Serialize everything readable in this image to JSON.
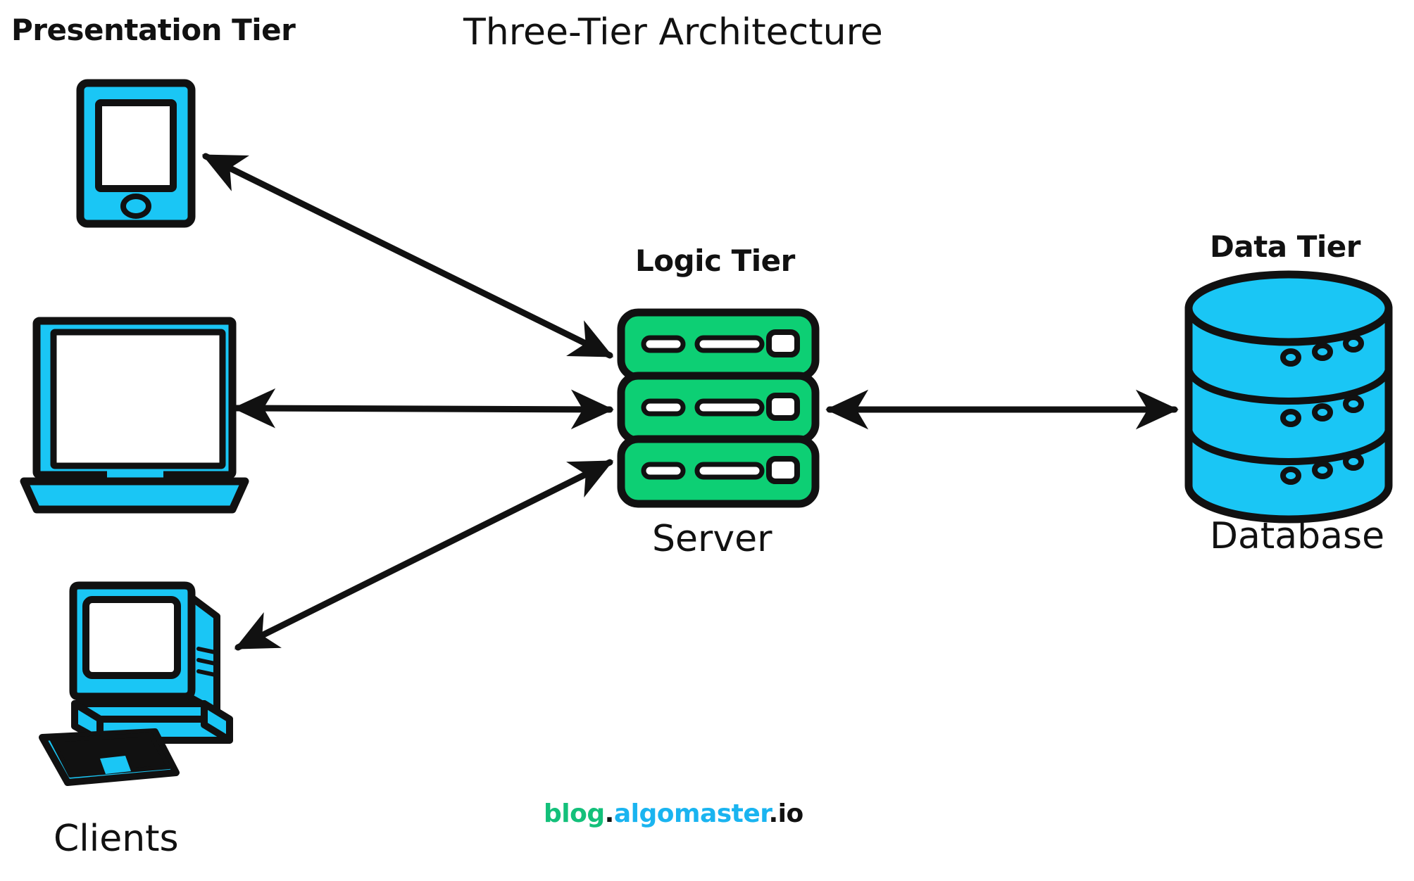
{
  "diagram": {
    "title": "Three-Tier Architecture",
    "background": "#ffffff",
    "stroke": "#111111",
    "colors": {
      "client_cyan": "#1ac6f5",
      "server_green": "#0dcf74",
      "database_cyan": "#1ac6f5",
      "outline": "#111111",
      "screen_white": "#ffffff"
    }
  },
  "labels": {
    "presentation_tier": "Presentation Tier",
    "logic_tier": "Logic Tier",
    "data_tier": "Data Tier",
    "server": "Server",
    "database": "Database",
    "clients": "Clients"
  },
  "nodes": [
    {
      "id": "phone",
      "icon": "smartphone-icon",
      "tier": "Presentation Tier"
    },
    {
      "id": "laptop",
      "icon": "laptop-icon",
      "tier": "Presentation Tier"
    },
    {
      "id": "desktop",
      "icon": "desktop-computer-icon",
      "tier": "Presentation Tier"
    },
    {
      "id": "server",
      "icon": "server-rack-icon",
      "tier": "Logic Tier",
      "label": "Server"
    },
    {
      "id": "database",
      "icon": "database-cylinder-icon",
      "tier": "Data Tier",
      "label": "Database"
    }
  ],
  "connections": [
    {
      "from": "phone",
      "to": "server",
      "style": "double-arrow"
    },
    {
      "from": "laptop",
      "to": "server",
      "style": "double-arrow"
    },
    {
      "from": "desktop",
      "to": "server",
      "style": "double-arrow"
    },
    {
      "from": "server",
      "to": "database",
      "style": "double-arrow"
    }
  ],
  "watermark": {
    "part_blog": "blog",
    "dot1": ".",
    "part_algomaster": "algomaster",
    "part_io": ".io"
  }
}
